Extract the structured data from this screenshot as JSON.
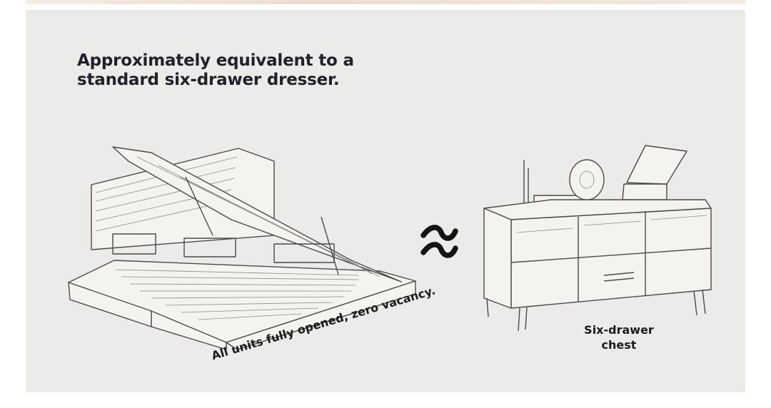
{
  "headline": {
    "line1": "Approximately equivalent to a",
    "line2": "standard six-drawer dresser."
  },
  "equivalence_symbol": "≈",
  "bed": {
    "illustration": "storage-bed-sketch",
    "caption": "All units fully opened, zero vacancy."
  },
  "chest": {
    "illustration": "six-drawer-chest-sketch",
    "caption_line1": "Six-drawer",
    "caption_line2": "chest"
  },
  "colors": {
    "panel_background": "#ebebea",
    "text": "#23202b"
  }
}
